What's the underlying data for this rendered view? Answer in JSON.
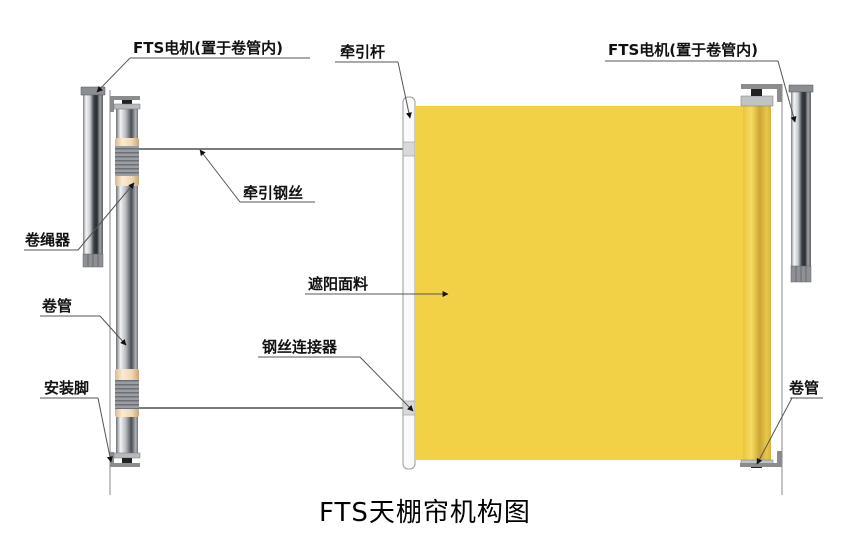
{
  "title": "FTS天棚帘机构图",
  "colors": {
    "fabric": "#F3D147",
    "fabric_roll": "#E2B92E",
    "tube_light": "#E8EAEC",
    "tube_dark": "#2F3337",
    "bracket": "#8A8C8E",
    "leader_line": "#555555",
    "ring": "#F5DEC0",
    "label_text": "#111111"
  },
  "labels": {
    "motor_left": "FTS电机(置于卷管内)",
    "pull_rod": "牵引杆",
    "motor_right": "FTS电机(置于卷管内)",
    "pull_wire": "牵引钢丝",
    "rope_winder": "卷绳器",
    "fabric": "遮阳面料",
    "roller_tube_left": "卷管",
    "wire_connector": "钢丝连接器",
    "mount_foot": "安装脚",
    "roller_tube_right": "卷管"
  }
}
